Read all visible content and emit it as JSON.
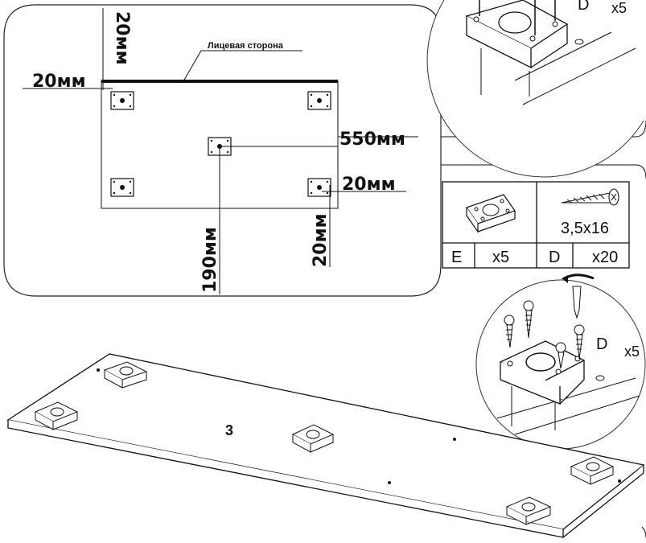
{
  "dimensions": {
    "top_offset": "20мм",
    "left_offset": "20мм",
    "face_side": "Лицевая сторона",
    "length": "550мм",
    "right_offset": "20мм",
    "center_offset": "190мм",
    "bottom_offset": "20мм"
  },
  "parts_table": {
    "e_letter": "E",
    "e_qty": "x5",
    "d_letter": "D",
    "d_qty": "x20",
    "d_size": "3,5x16"
  },
  "detail_top": {
    "label": "D",
    "qty": "x5"
  },
  "detail_lower": {
    "label": "D",
    "qty": "x5"
  },
  "panel": {
    "number": "3"
  }
}
